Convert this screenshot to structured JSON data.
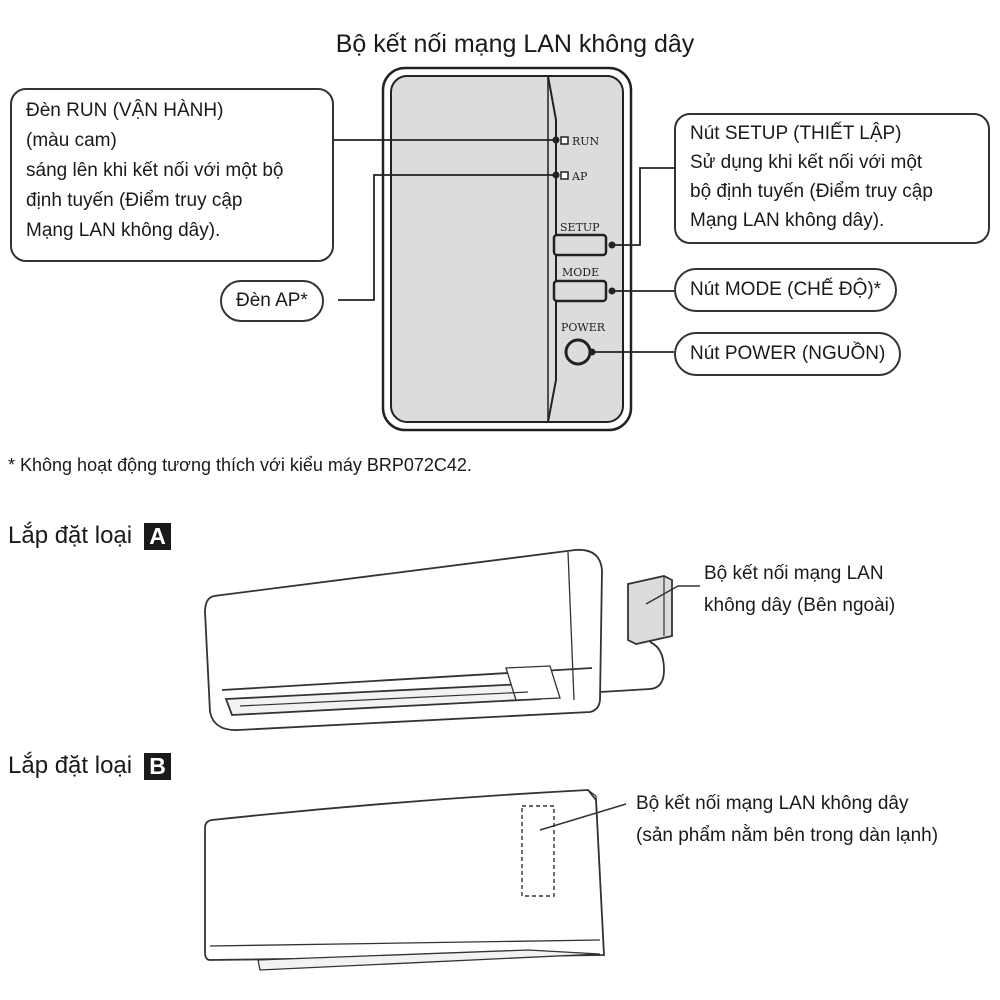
{
  "title": "Bộ kết nối mạng LAN không dây",
  "device": {
    "labels": {
      "run": "RUN",
      "ap": "AP",
      "setup": "SETUP",
      "mode": "MODE",
      "power": "POWER"
    }
  },
  "callouts": {
    "run_light": {
      "line1": "Đèn RUN (VẬN HÀNH)",
      "line2": "(màu cam)",
      "line3": "sáng lên khi kết nối với một bộ",
      "line4": "định tuyến (Điểm truy cập",
      "line5": "Mạng LAN không dây)."
    },
    "ap_light": "Đèn AP*",
    "setup_button": {
      "line1": "Nút SETUP (THIẾT LẬP)",
      "line2": "Sử dụng khi kết nối với một",
      "line3": "bộ định tuyến (Điểm truy cập",
      "line4": "Mạng LAN không dây)."
    },
    "mode_button": "Nút MODE (CHẾ ĐỘ)*",
    "power_button": "Nút POWER (NGUỒN)"
  },
  "footnote": "* Không hoạt động tương thích với kiểu máy BRP072C42.",
  "install_a": {
    "heading": "Lắp đặt loại",
    "badge": "A",
    "caption_line1": "Bộ kết nối mạng LAN",
    "caption_line2": "không dây (Bên ngoài)"
  },
  "install_b": {
    "heading": "Lắp đặt loại",
    "badge": "B",
    "caption_line1": "Bộ kết nối mạng LAN không dây",
    "caption_line2": "(sản phẩm nằm bên trong dàn lạnh)"
  }
}
